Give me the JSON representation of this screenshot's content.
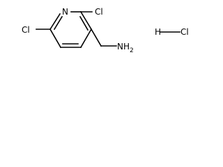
{
  "molecule": {
    "atoms": {
      "cl_left": "Cl",
      "n_ring": "N",
      "cl_right": "Cl",
      "nh2": "NH",
      "nh2_sub": "2"
    },
    "salt": {
      "h": "H",
      "cl": "Cl"
    },
    "colors": {
      "ink": "#000000",
      "background": "#ffffff"
    }
  }
}
